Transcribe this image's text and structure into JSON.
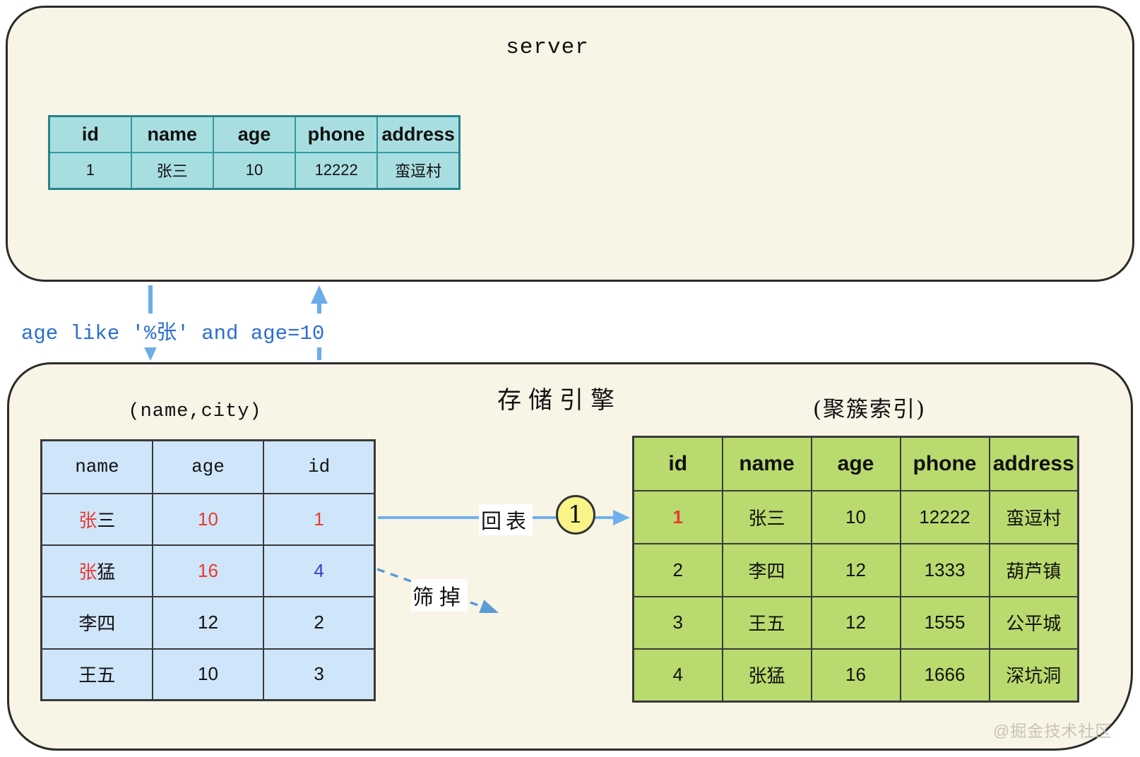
{
  "colors": {
    "box_background": "#f8f4e6",
    "box_border": "#2b2b2b",
    "server_table_fill": "#a9dee1",
    "server_table_border": "#2f9ca4",
    "secondary_table_fill": "#cfe5f9",
    "clustered_table_fill": "#b9da6e",
    "dark_table_border": "#3a3a3a",
    "arrow_blue": "#6cace9",
    "query_text_blue": "#2b6ed3",
    "highlight_red": "#e83a30",
    "highlight_blue": "#3a3ad0",
    "badge_yellow": "#f9f388",
    "watermark_gray": "#c8c3b6"
  },
  "server_box": {
    "title": "server",
    "result_table": {
      "headers": [
        "id",
        "name",
        "age",
        "phone",
        "address"
      ],
      "row": [
        "1",
        "张三",
        "10",
        "12222",
        "蛮逗村"
      ]
    }
  },
  "query": {
    "text": "age like '%张' and age=10"
  },
  "engine_box": {
    "title": "存储引擎",
    "secondary_index": {
      "title": "(name,city)",
      "headers": [
        "name",
        "age",
        "id"
      ],
      "rows": [
        {
          "name_hl": "张",
          "name_rest": "三",
          "age": "10",
          "id": "1"
        },
        {
          "name_hl": "张",
          "name_rest": "猛",
          "age": "16",
          "id": "4"
        },
        {
          "name_hl": "",
          "name_rest": "李四",
          "age": "12",
          "id": "2"
        },
        {
          "name_hl": "",
          "name_rest": "王五",
          "age": "10",
          "id": "3"
        }
      ]
    },
    "clustered_index": {
      "title": "(聚簇索引)",
      "headers": [
        "id",
        "name",
        "age",
        "phone",
        "address"
      ],
      "rows": [
        [
          "1",
          "张三",
          "10",
          "12222",
          "蛮逗村"
        ],
        [
          "2",
          "李四",
          "12",
          "1333",
          "葫芦镇"
        ],
        [
          "3",
          "王五",
          "12",
          "1555",
          "公平城"
        ],
        [
          "4",
          "张猛",
          "16",
          "1666",
          "深坑洞"
        ]
      ]
    },
    "back_arrow_label": "回表",
    "step_badge": "1",
    "filter_label": "筛掉"
  },
  "watermark": "@掘金技术社区"
}
